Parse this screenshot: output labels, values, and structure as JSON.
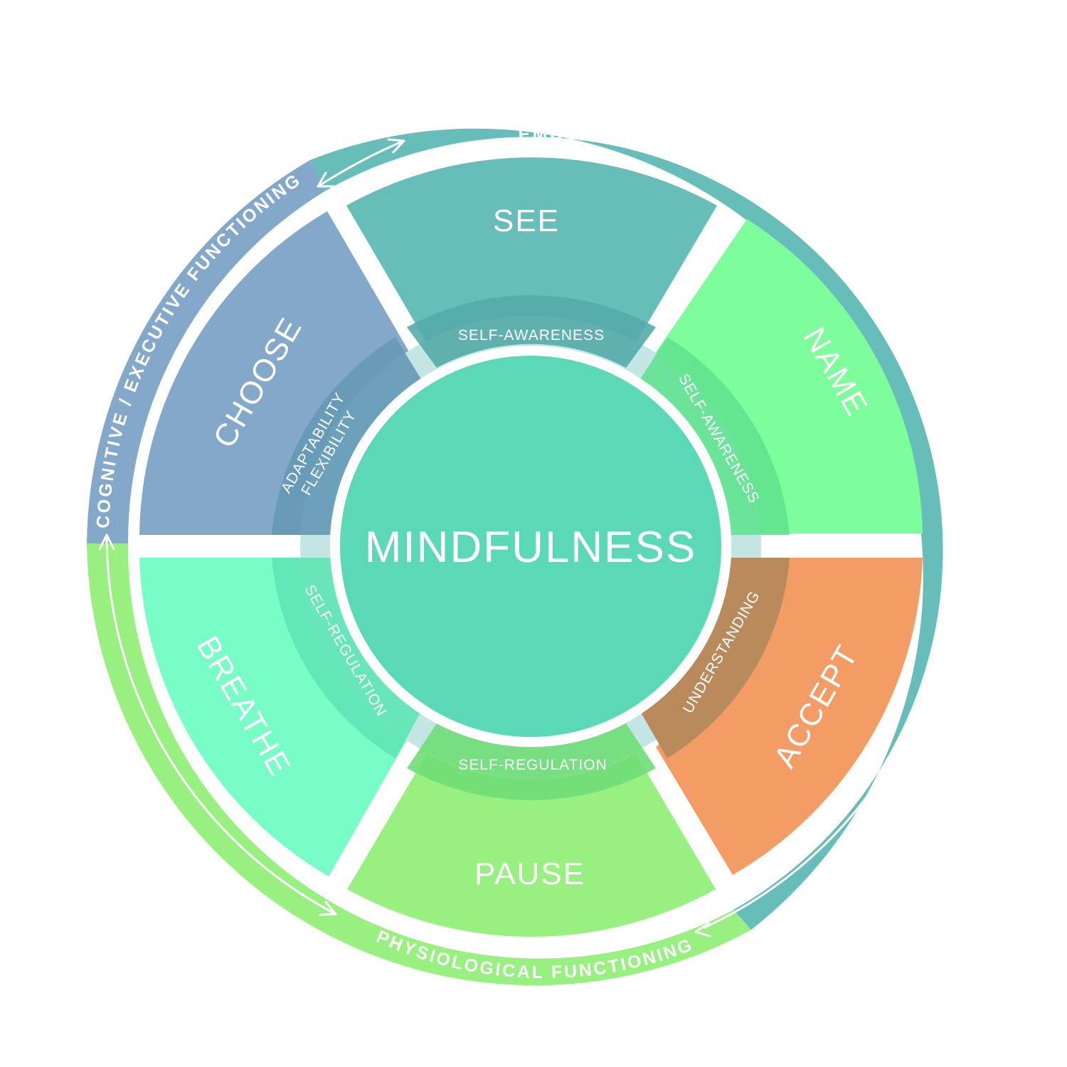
{
  "center": {
    "label": "MINDFULNESS",
    "color": "#5bd8b6"
  },
  "segments": [
    {
      "label": "SEE",
      "color": "#66bdb9",
      "band_color": "#56aaaa",
      "band_label": "SELF-AWARENESS"
    },
    {
      "label": "NAME",
      "color": "#7dfd9c",
      "band_color": "#62e390",
      "band_label": "SELF-AWARENESS"
    },
    {
      "label": "ACCEPT",
      "color": "#f39c66",
      "band_color": "#b88a5c",
      "band_label": "UNDERSTANDING"
    },
    {
      "label": "PAUSE",
      "color": "#97f07f",
      "band_color": "#6fde77",
      "band_label": "SELF-REGULATION"
    },
    {
      "label": "BREATHE",
      "color": "#78fdc6",
      "band_color": "#5fe6b4",
      "band_label": "SELF-REGULATION"
    },
    {
      "label": "CHOOSE",
      "color": "#84a8c9",
      "band_color": "#6499b6",
      "band_label_lines": [
        "ADAPTABILITY",
        "FLEXIBILITY"
      ]
    }
  ],
  "divider_band_color": "#c3e6e4",
  "outer_ring": [
    {
      "label": "EMOTIONAL FUNCTIONING",
      "color": "#66bdb9"
    },
    {
      "label": "PHYSIOLOGICAL FUNCTIONING",
      "color": "#97f07f"
    },
    {
      "label": "COGNITIVE / EXECUTIVE FUNCTIONING",
      "color": "#84a8c9"
    }
  ]
}
